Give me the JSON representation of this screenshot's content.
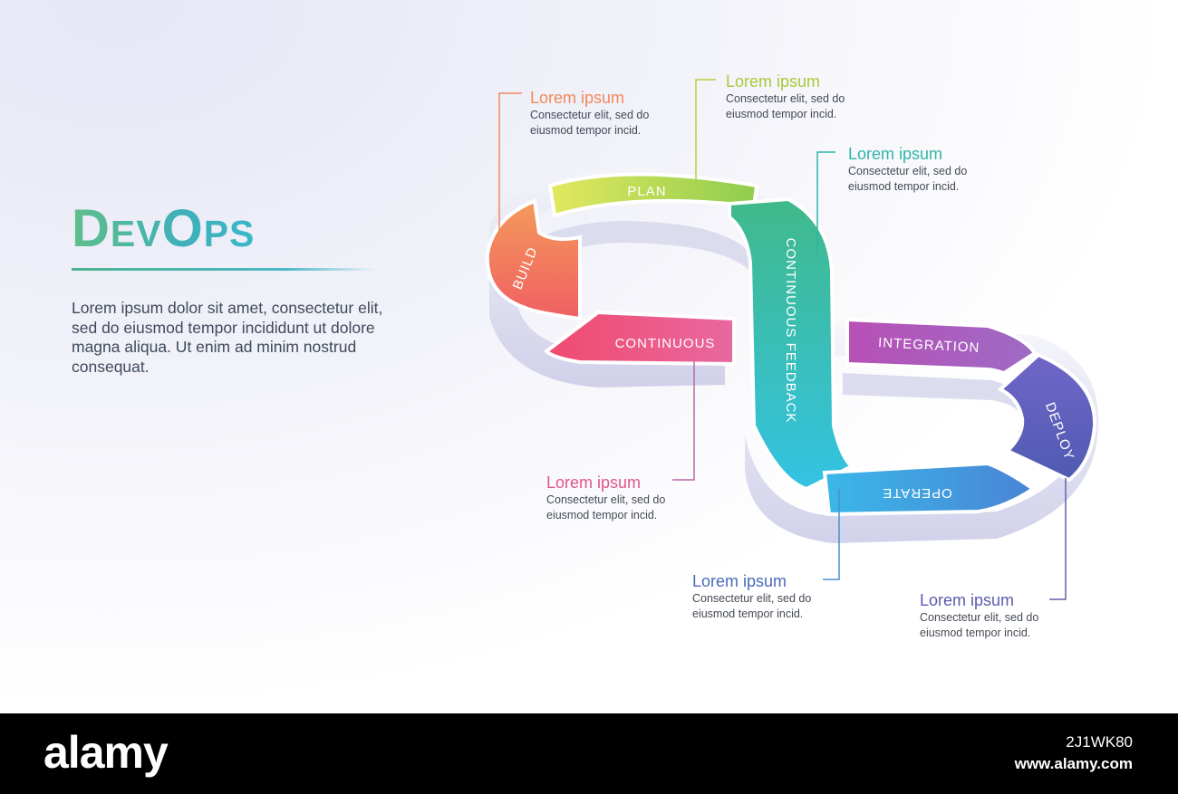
{
  "title": "DevOps",
  "intro": "Lorem ipsum dolor sit amet, consectetur elit, sed do eiusmod tempor incididunt ut dolore magna aliqua. Ut enim ad minim nostrud consequat.",
  "segments": {
    "plan": "PLAN",
    "build": "BUILD",
    "continuous": "CONTINUOUS",
    "feedback": "CONTINUOUS FEEDBACK",
    "integration": "INTEGRATION",
    "deploy": "DEPLOY",
    "operate": "OPERATE"
  },
  "callouts": [
    {
      "heading": "Lorem ipsum",
      "body_line1": "Consectetur elit, sed do",
      "body_line2": "eiusmod tempor incid.",
      "color": "#f08a5a"
    },
    {
      "heading": "Lorem ipsum",
      "body_line1": "Consectetur elit, sed do",
      "body_line2": "eiusmod tempor incid.",
      "color": "#a8c93a"
    },
    {
      "heading": "Lorem ipsum",
      "body_line1": "Consectetur elit, sed do",
      "body_line2": "eiusmod tempor incid.",
      "color": "#2fb5a6"
    },
    {
      "heading": "Lorem ipsum",
      "body_line1": "Consectetur elit, sed do",
      "body_line2": "eiusmod tempor incid.",
      "color": "#e0558a"
    },
    {
      "heading": "Lorem ipsum",
      "body_line1": "Consectetur elit, sed do",
      "body_line2": "eiusmod tempor incid.",
      "color": "#4a6ab8"
    },
    {
      "heading": "Lorem ipsum",
      "body_line1": "Consectetur elit, sed do",
      "body_line2": "eiusmod tempor incid.",
      "color": "#5c5aae"
    }
  ],
  "footer": {
    "logo": "alamy",
    "image_id": "2J1WK80",
    "url": "www.alamy.com"
  }
}
